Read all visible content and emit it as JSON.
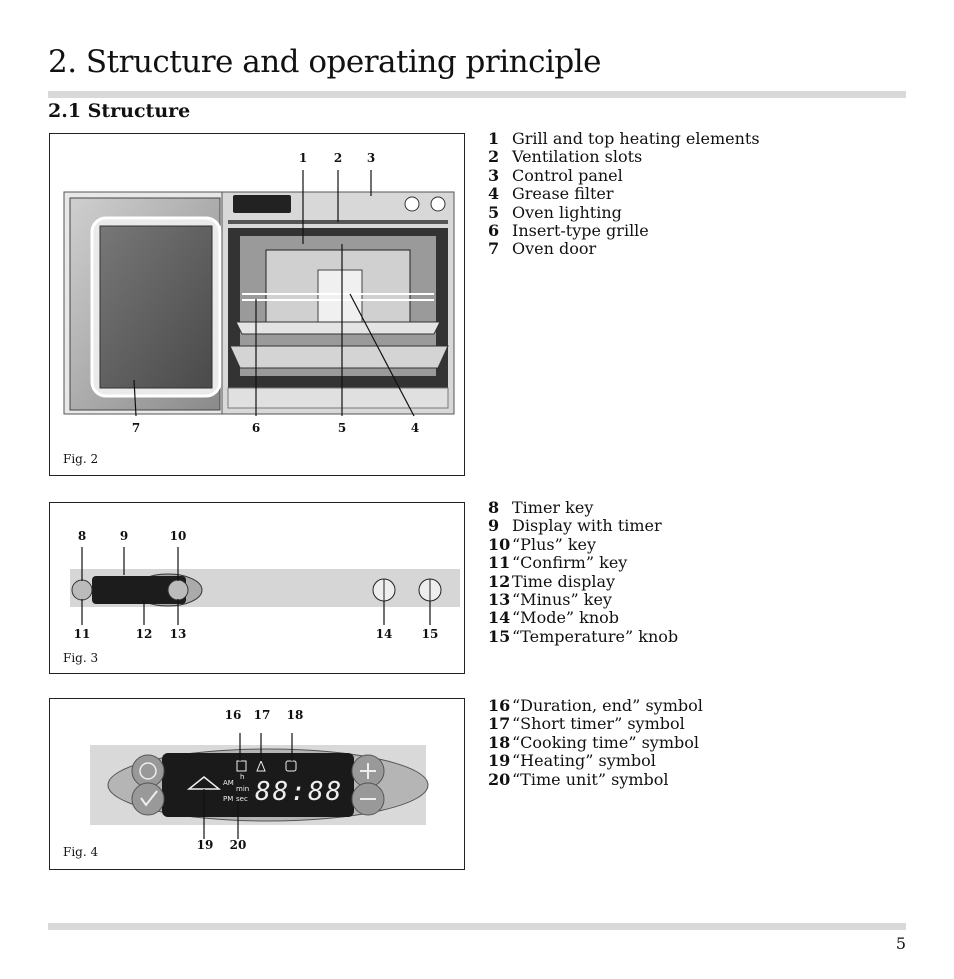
{
  "heading": "2. Structure and operating principle",
  "section": "2.1 Structure",
  "fig2": {
    "label": "Fig. 2",
    "callouts": [
      "1",
      "2",
      "3",
      "4",
      "5",
      "6",
      "7"
    ],
    "legend": [
      {
        "num": "1",
        "text": "Grill and top heating elements"
      },
      {
        "num": "2",
        "text": "Ventilation slots"
      },
      {
        "num": "3",
        "text": "Control panel"
      },
      {
        "num": "4",
        "text": "Grease filter"
      },
      {
        "num": "5",
        "text": "Oven lighting"
      },
      {
        "num": "6",
        "text": "Insert-type grille"
      },
      {
        "num": "7",
        "text": "Oven door"
      }
    ]
  },
  "fig3": {
    "label": "Fig. 3",
    "callouts": [
      "8",
      "9",
      "10",
      "11",
      "12",
      "13",
      "14",
      "15"
    ],
    "legend": [
      {
        "num": "8",
        "text": "Timer key"
      },
      {
        "num": "9",
        "text": "Display with timer"
      },
      {
        "num": "10",
        "text": "“Plus” key"
      },
      {
        "num": "11",
        "text": "“Confirm” key"
      },
      {
        "num": "12",
        "text": "Time display"
      },
      {
        "num": "13",
        "text": "“Minus” key"
      },
      {
        "num": "14",
        "text": "“Mode” knob"
      },
      {
        "num": "15",
        "text": "“Temperature” knob"
      }
    ]
  },
  "fig4": {
    "label": "Fig. 4",
    "callouts": [
      "16",
      "17",
      "18",
      "19",
      "20"
    ],
    "display_digits": "88:88",
    "am": "AM",
    "pm": "PM",
    "h": "h",
    "min": "min",
    "sec": "sec",
    "legend": [
      {
        "num": "16",
        "text": "“Duration, end” symbol"
      },
      {
        "num": "17",
        "text": "“Short timer” symbol"
      },
      {
        "num": "18",
        "text": "“Cooking time” symbol"
      },
      {
        "num": "19",
        "text": "“Heating” symbol"
      },
      {
        "num": "20",
        "text": "“Time unit” symbol"
      }
    ]
  },
  "page_number": "5"
}
